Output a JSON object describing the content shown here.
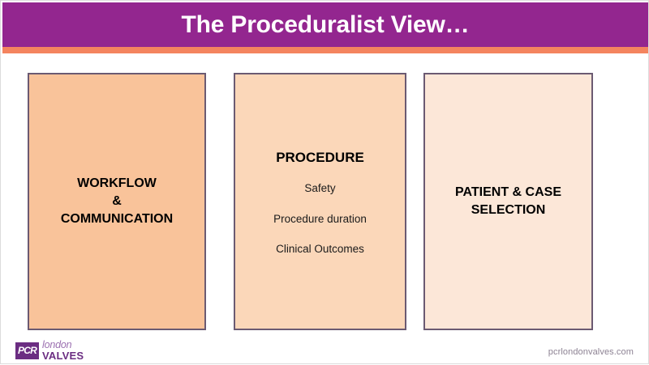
{
  "header": {
    "title": "The Proceduralist View…",
    "band_color": "#93268f",
    "rule_color": "#f4845f",
    "title_color": "#ffffff"
  },
  "panels": [
    {
      "name": "workflow-communication",
      "heading": "WORKFLOW\n&\nCOMMUNICATION",
      "items": [],
      "background": "#f9c39a",
      "border_color": "#6b5a72"
    },
    {
      "name": "procedure",
      "heading": "PROCEDURE",
      "items": [
        "Safety",
        "Procedure duration",
        "Clinical Outcomes"
      ],
      "background": "#fbd7b9",
      "border_color": "#6b5a72"
    },
    {
      "name": "patient-case-selection",
      "heading": "PATIENT & CASE\nSELECTION",
      "items": [],
      "background": "#fce7d8",
      "border_color": "#6b5a72"
    }
  ],
  "footer": {
    "logo": {
      "badge_text": "PCR",
      "line1": "london",
      "line2": "VALVES",
      "badge_color": "#6b2d82",
      "line1_color": "#9b6fb0",
      "line2_color": "#6b2d82"
    },
    "website": "pcrlondonvalves.com",
    "website_color": "#8d8293"
  }
}
